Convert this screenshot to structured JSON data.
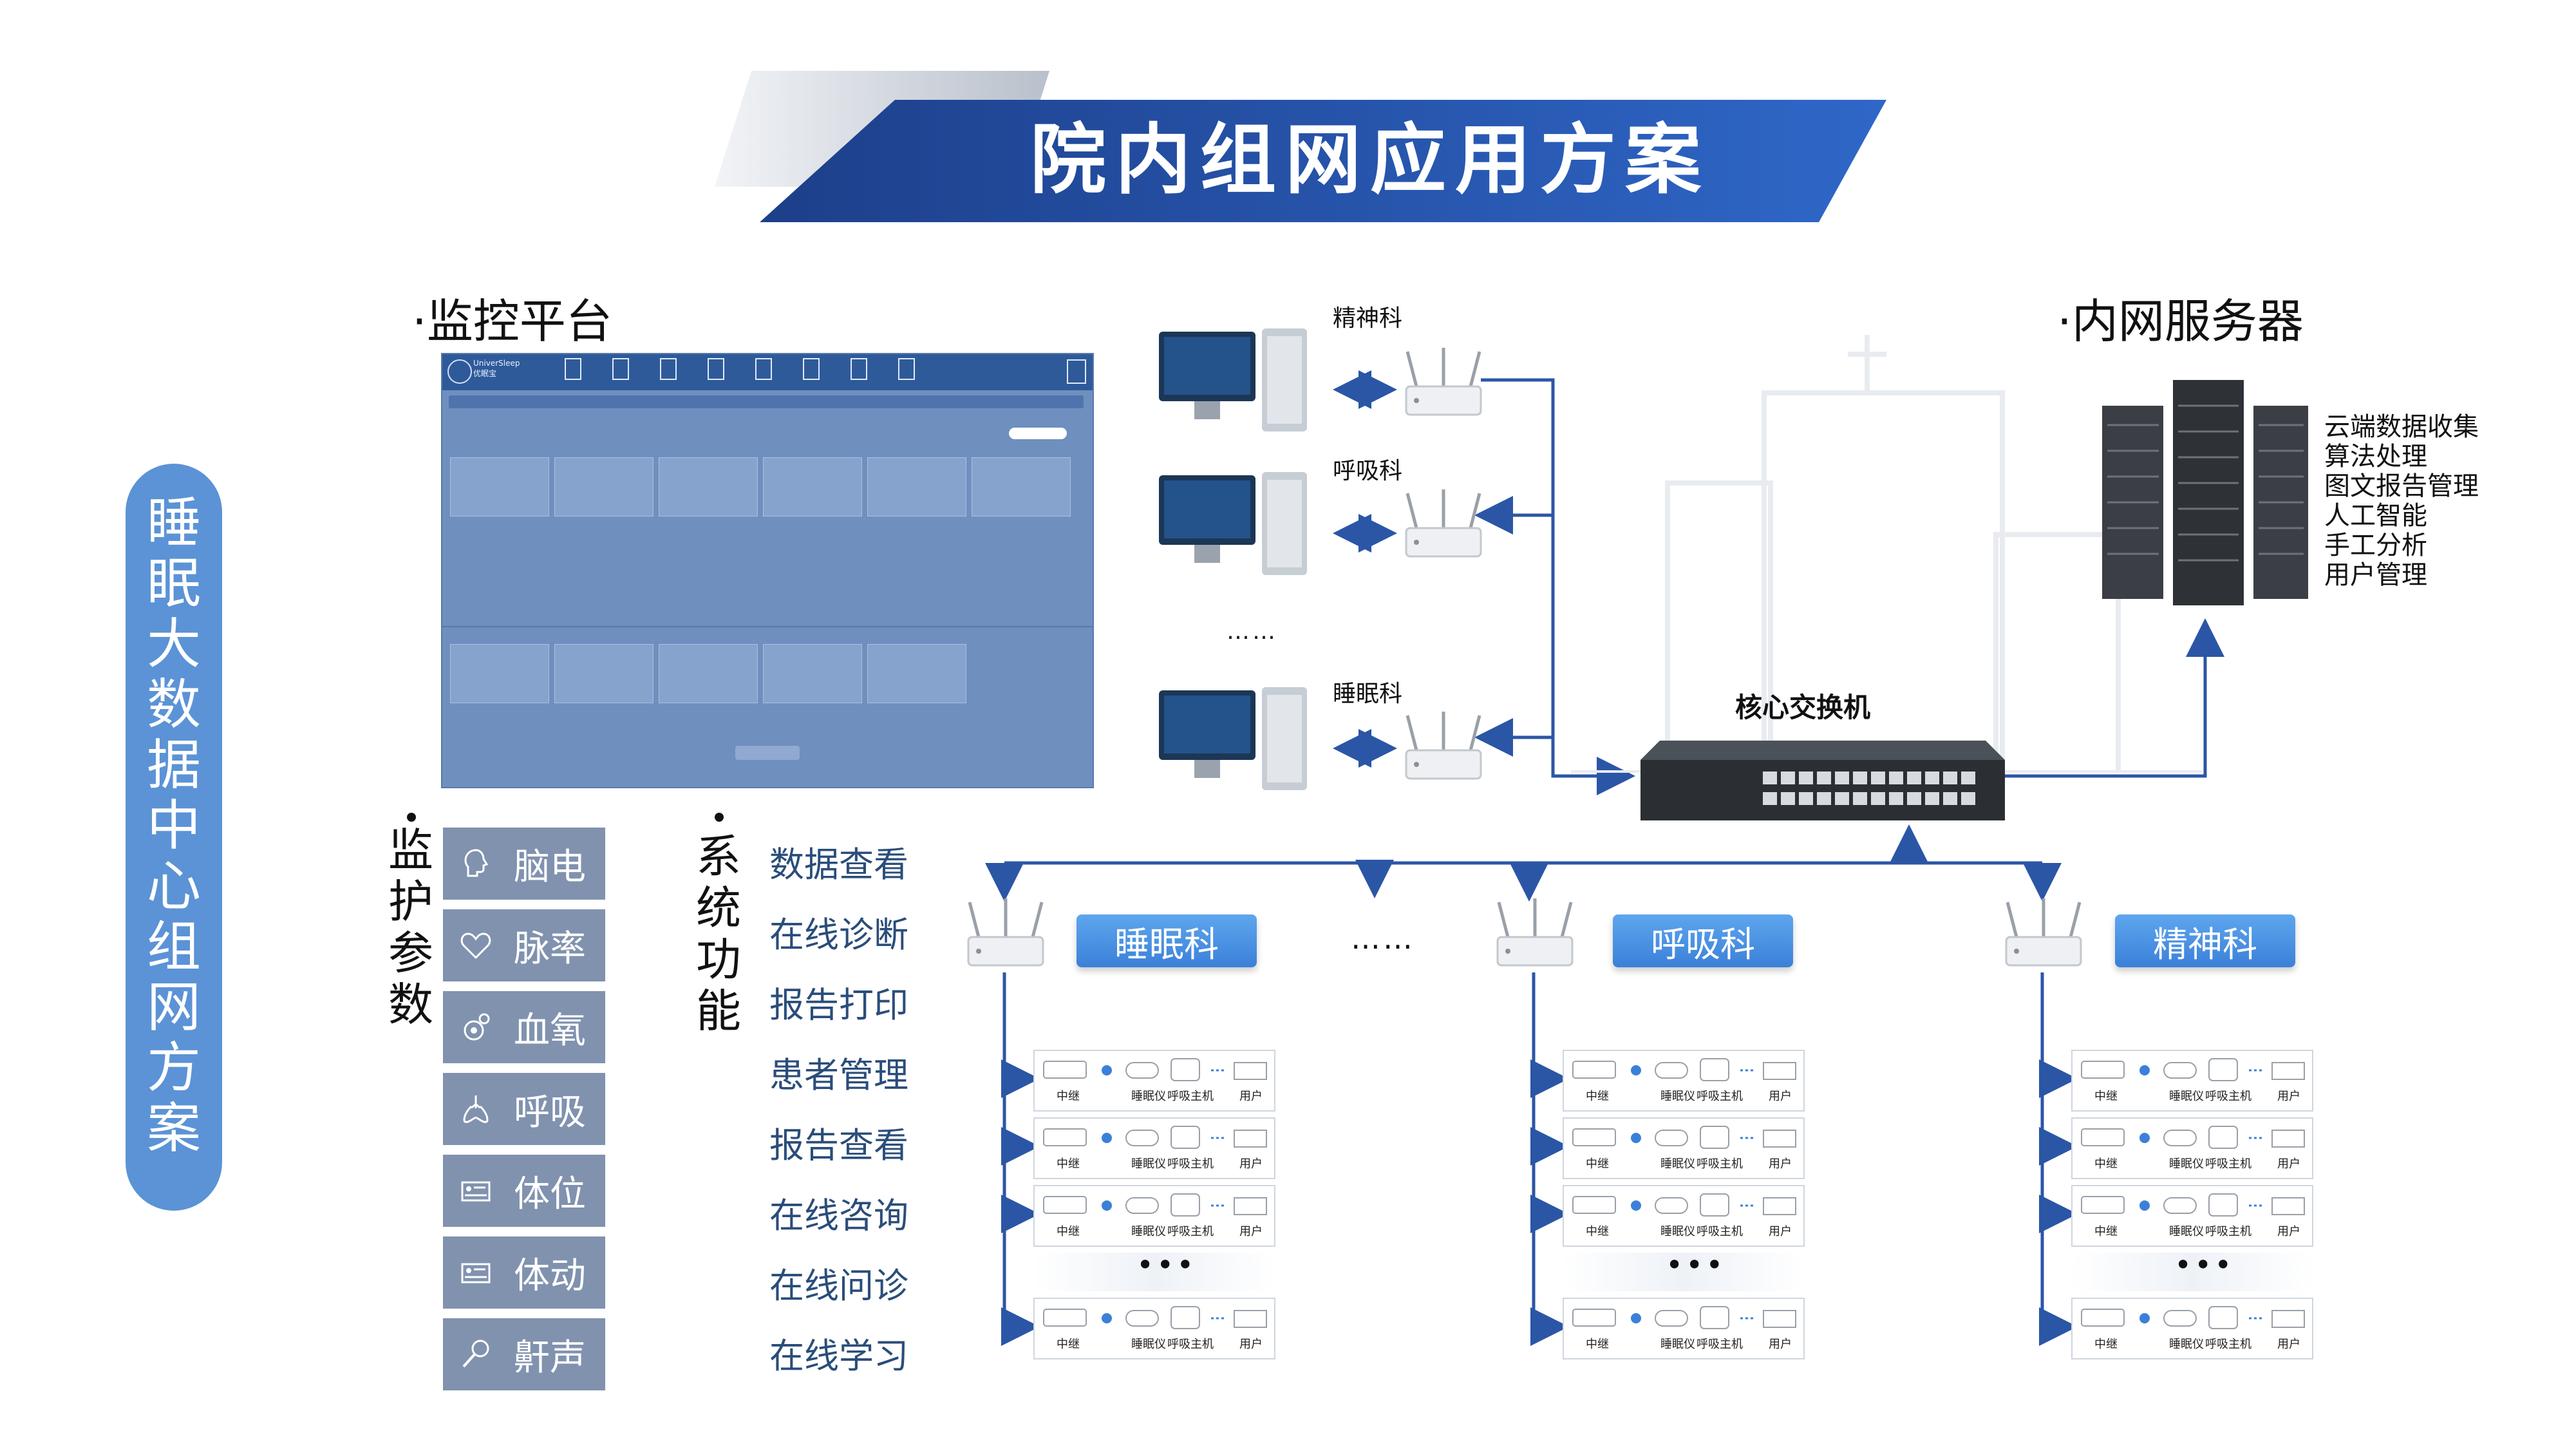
{
  "header": {
    "title": "院内组网应用方案"
  },
  "left_pill": {
    "text": "睡眠大数据中心组网方案"
  },
  "monitor_platform": {
    "title": "·监控平台",
    "dashboard": {
      "logo": "UniverSleep",
      "logo_sub": "优眠宝"
    }
  },
  "monitor_params": {
    "title": "·监护参数",
    "label_chars": "监护参数",
    "items": [
      {
        "label": "脑电",
        "icon": "brain-icon"
      },
      {
        "label": "脉率",
        "icon": "heart-icon"
      },
      {
        "label": "血氧",
        "icon": "oxygen-icon"
      },
      {
        "label": "呼吸",
        "icon": "lungs-icon"
      },
      {
        "label": "体位",
        "icon": "bed-position-icon"
      },
      {
        "label": "体动",
        "icon": "bed-motion-icon"
      },
      {
        "label": "鼾声",
        "icon": "microphone-icon"
      }
    ]
  },
  "system_functions": {
    "label_chars": "系统功能",
    "items": [
      "数据查看",
      "在线诊断",
      "报告打印",
      "患者管理",
      "报告查看",
      "在线咨询",
      "在线问诊",
      "在线学习"
    ]
  },
  "top_departments": [
    "精神科",
    "呼吸科",
    "睡眠科"
  ],
  "top_ellipsis": "……",
  "intranet_server": {
    "title": "·内网服务器",
    "functions": [
      "云端数据收集",
      "算法处理",
      "图文报告管理",
      "人工智能",
      "手工分析",
      "用户管理"
    ]
  },
  "core_switch": {
    "label": "核心交换机"
  },
  "bottom_departments": [
    "睡眠科",
    "呼吸科",
    "精神科"
  ],
  "bottom_ellipsis": "……",
  "device_row_labels": {
    "relay": "中继",
    "sleep_device": "睡眠仪",
    "breathing_host": "呼吸主机",
    "user": "用户"
  },
  "colors": {
    "accent": "#2f67c8",
    "line": "#2b56a6",
    "pill": "#5b93d6",
    "param_tile": "#8092ae"
  }
}
